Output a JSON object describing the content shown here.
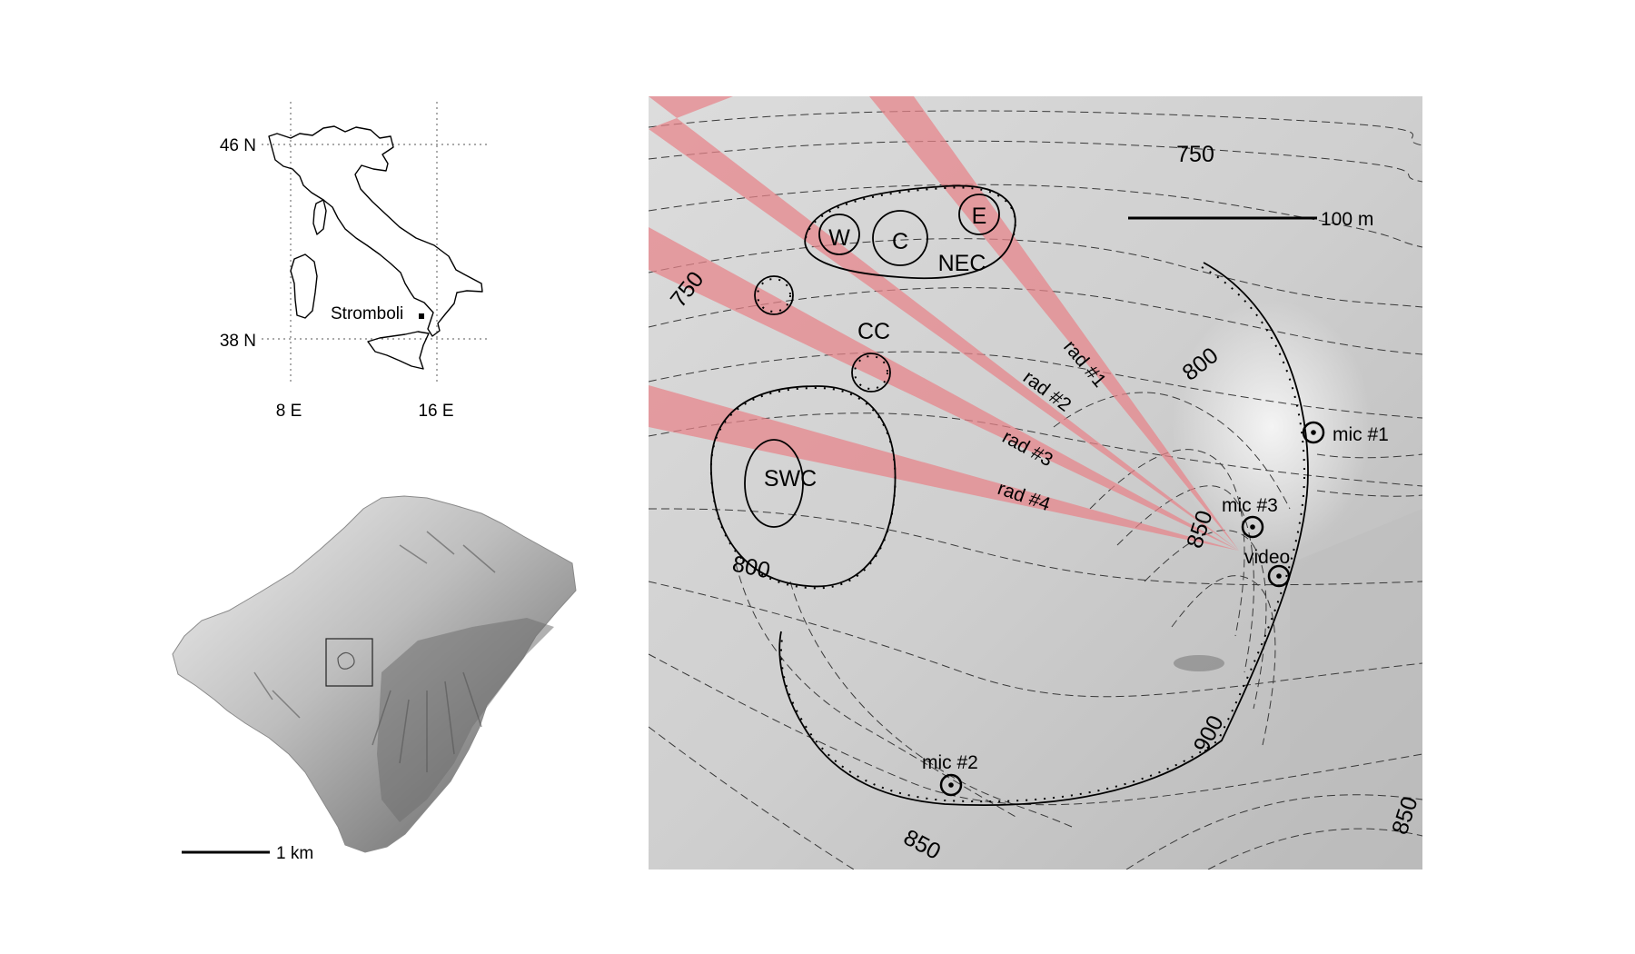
{
  "italy_map": {
    "lat_labels": [
      "46 N",
      "38 N"
    ],
    "lon_labels": [
      "8 E",
      "16 E"
    ],
    "place_label": "Stromboli"
  },
  "island_map": {
    "scale_label": "1 km"
  },
  "crater_map": {
    "scale_label": "100 m",
    "vents": [
      "W",
      "C",
      "E"
    ],
    "areas": [
      "NEC",
      "CC",
      "SWC"
    ],
    "radar_beams": [
      "rad #1",
      "rad #2",
      "rad #3",
      "rad #4"
    ],
    "stations": [
      "mic #1",
      "mic #2",
      "mic #3",
      "video"
    ],
    "contour_labels": [
      "750",
      "750",
      "800",
      "800",
      "850",
      "850",
      "850",
      "900"
    ],
    "colors": {
      "beam": "#e8848a",
      "hillshade": "#c9c9c9",
      "contour": "#3a3a3a"
    }
  }
}
